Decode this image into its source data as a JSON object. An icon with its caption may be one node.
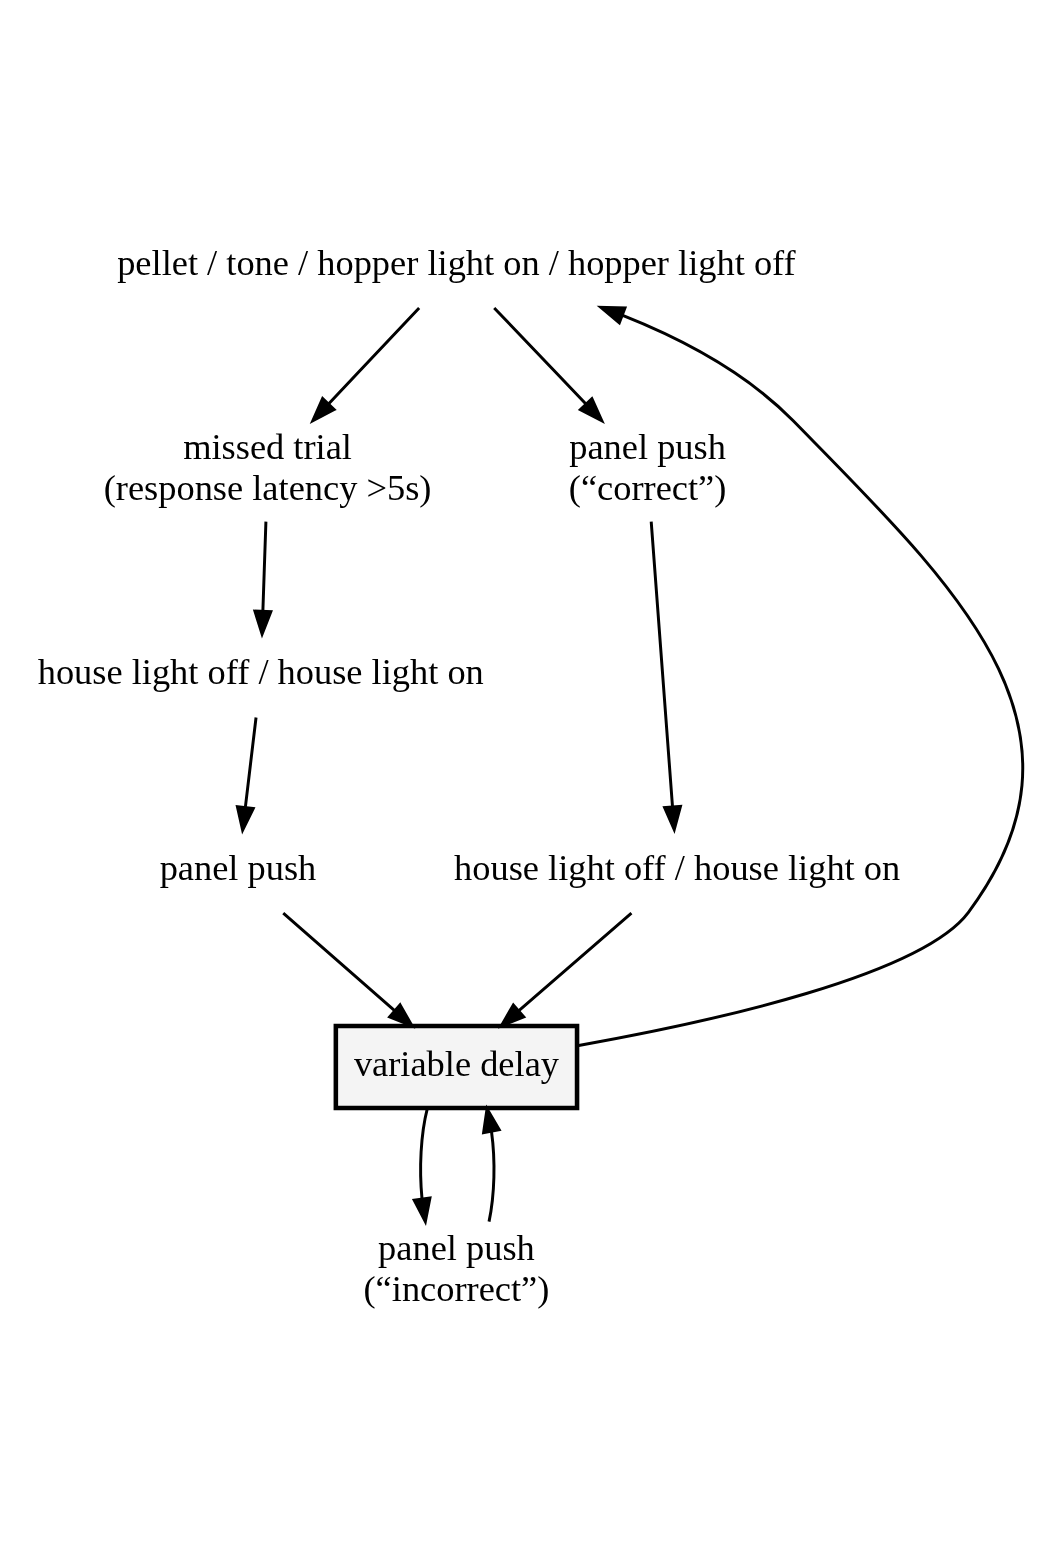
{
  "diagram": {
    "nodes": [
      {
        "text": [
          "pellet / tone / hopper light on / hopper light off"
        ]
      },
      {
        "text": [
          "missed trial",
          "(response latency >5s)"
        ]
      },
      {
        "text": [
          "panel push",
          "(“correct”)"
        ]
      },
      {
        "text": [
          "house light off / house light on"
        ]
      },
      {
        "text": [
          "house light off / house light on"
        ]
      },
      {
        "text": [
          "panel push"
        ]
      },
      {
        "text": [
          "variable delay"
        ]
      },
      {
        "text": [
          "panel push",
          "(“incorrect”)"
        ]
      }
    ],
    "edges": [
      {
        "from": 0,
        "to": 1,
        "arrow": "to"
      },
      {
        "from": 0,
        "to": 2,
        "arrow": "to"
      },
      {
        "from": 1,
        "to": 3,
        "arrow": "to"
      },
      {
        "from": 2,
        "to": 4,
        "arrow": "to"
      },
      {
        "from": 3,
        "to": 5,
        "arrow": "to"
      },
      {
        "from": 4,
        "to": 6,
        "arrow": "to"
      },
      {
        "from": 5,
        "to": 6,
        "arrow": "to"
      },
      {
        "from": 6,
        "to": 7,
        "arrow": "to"
      },
      {
        "from": 7,
        "to": 6,
        "arrow": "to"
      },
      {
        "from": 6,
        "to": 0,
        "arrow": "to"
      }
    ]
  }
}
